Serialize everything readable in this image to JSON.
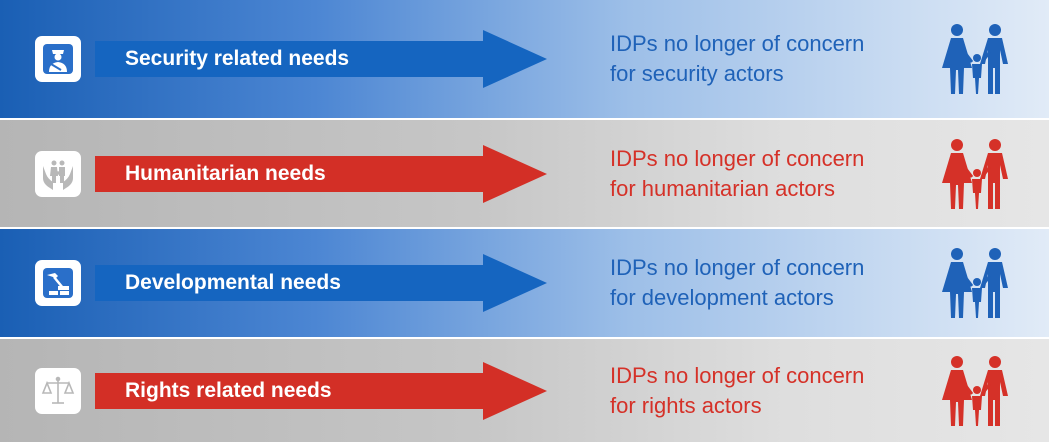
{
  "rows": [
    {
      "need": "Security related needs",
      "outcome_line1": "IDPs no longer of concern",
      "outcome_line2": "for security actors",
      "theme": "blue",
      "icon": "security-guard-icon"
    },
    {
      "need": "Humanitarian needs",
      "outcome_line1": "IDPs no longer of concern",
      "outcome_line2": "for humanitarian actors",
      "theme": "red",
      "icon": "hands-protecting-family-icon"
    },
    {
      "need": "Developmental needs",
      "outcome_line1": "IDPs no longer of concern",
      "outcome_line2": "for development actors",
      "theme": "blue",
      "icon": "hammer-bricks-icon"
    },
    {
      "need": "Rights related needs",
      "outcome_line1": "IDPs no longer of concern",
      "outcome_line2": "for rights actors",
      "theme": "red",
      "icon": "scales-of-justice-icon"
    }
  ],
  "colors": {
    "blue_arrow": "#1565c0",
    "red_arrow": "#d32f26",
    "blue_text": "#1f62b8",
    "red_text": "#d53128",
    "blue_icon": "#2a6fc9",
    "grey_icon": "#b8b8b8"
  }
}
